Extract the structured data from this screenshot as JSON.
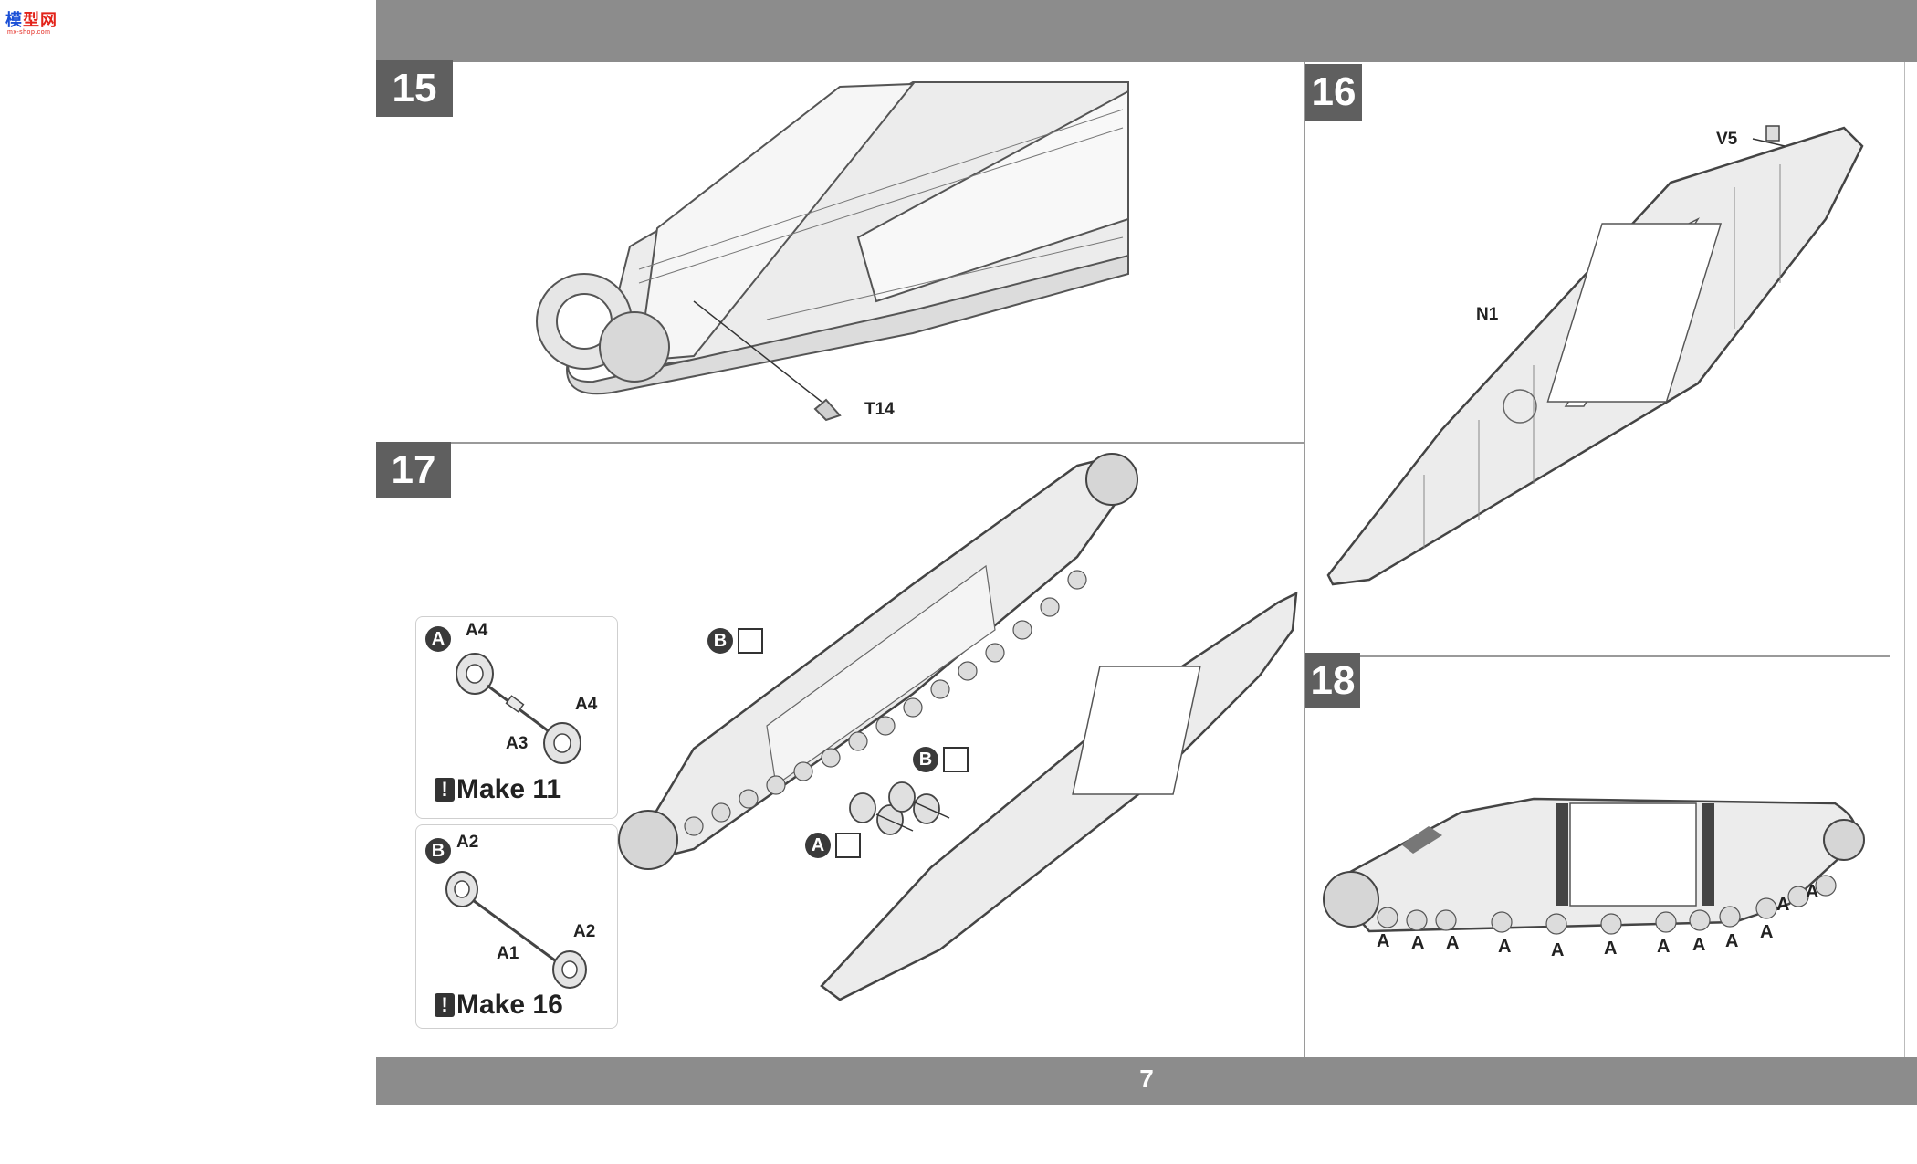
{
  "logo": {
    "main_a": "模",
    "main_b": "型网",
    "sub": "mx-shop.com"
  },
  "page": {
    "number": "7"
  },
  "steps": {
    "s15": "15",
    "s16": "16",
    "s17": "17",
    "s18": "18"
  },
  "parts": {
    "t14": "T14",
    "v5": "V5",
    "n1": "N1"
  },
  "sub_a": {
    "marker": "A",
    "a4_top": "A4",
    "a4_bottom": "A4",
    "a3": "A3",
    "make": "Make 11"
  },
  "sub_b": {
    "marker": "B",
    "a2_top": "A2",
    "a2_bottom": "A2",
    "a1": "A1",
    "make": "Make 16"
  },
  "assembly_markers": {
    "b1": "B",
    "b2": "B",
    "a1": "A"
  },
  "step18_labels": [
    "A",
    "A",
    "A",
    "A",
    "A",
    "A",
    "A",
    "A",
    "A",
    "A",
    "A",
    "A"
  ]
}
